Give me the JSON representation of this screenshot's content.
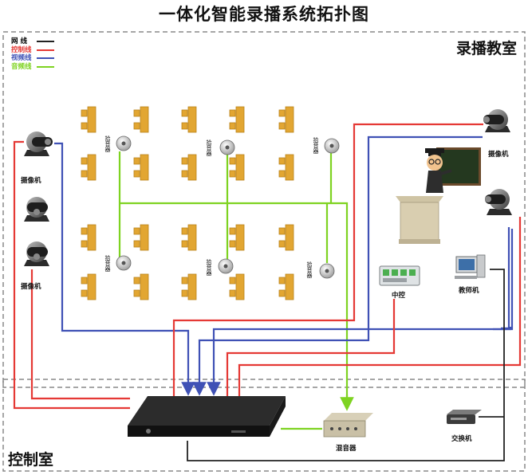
{
  "title": "一体化智能录播系统拓扑图",
  "zones": {
    "classroom": "录播教室",
    "control_room": "控制室"
  },
  "legend": [
    {
      "label": "网 线",
      "color": "#222222"
    },
    {
      "label": "控制线",
      "color": "#e53935"
    },
    {
      "label": "视频线",
      "color": "#3f51b5"
    },
    {
      "label": "音频线",
      "color": "#7ed321"
    }
  ],
  "labels": {
    "camera_left_top": "摄像机",
    "camera_left_bottom": "摄像机",
    "camera_right": "摄像机",
    "mic": "拾音器",
    "central_control": "中控",
    "teacher_pc": "教师机",
    "mixer": "混音器",
    "switch": "交换机"
  },
  "colors": {
    "desk": "#e2a632",
    "desk_edge": "#b9821a",
    "frame": "#888888",
    "board": "#24381f"
  }
}
